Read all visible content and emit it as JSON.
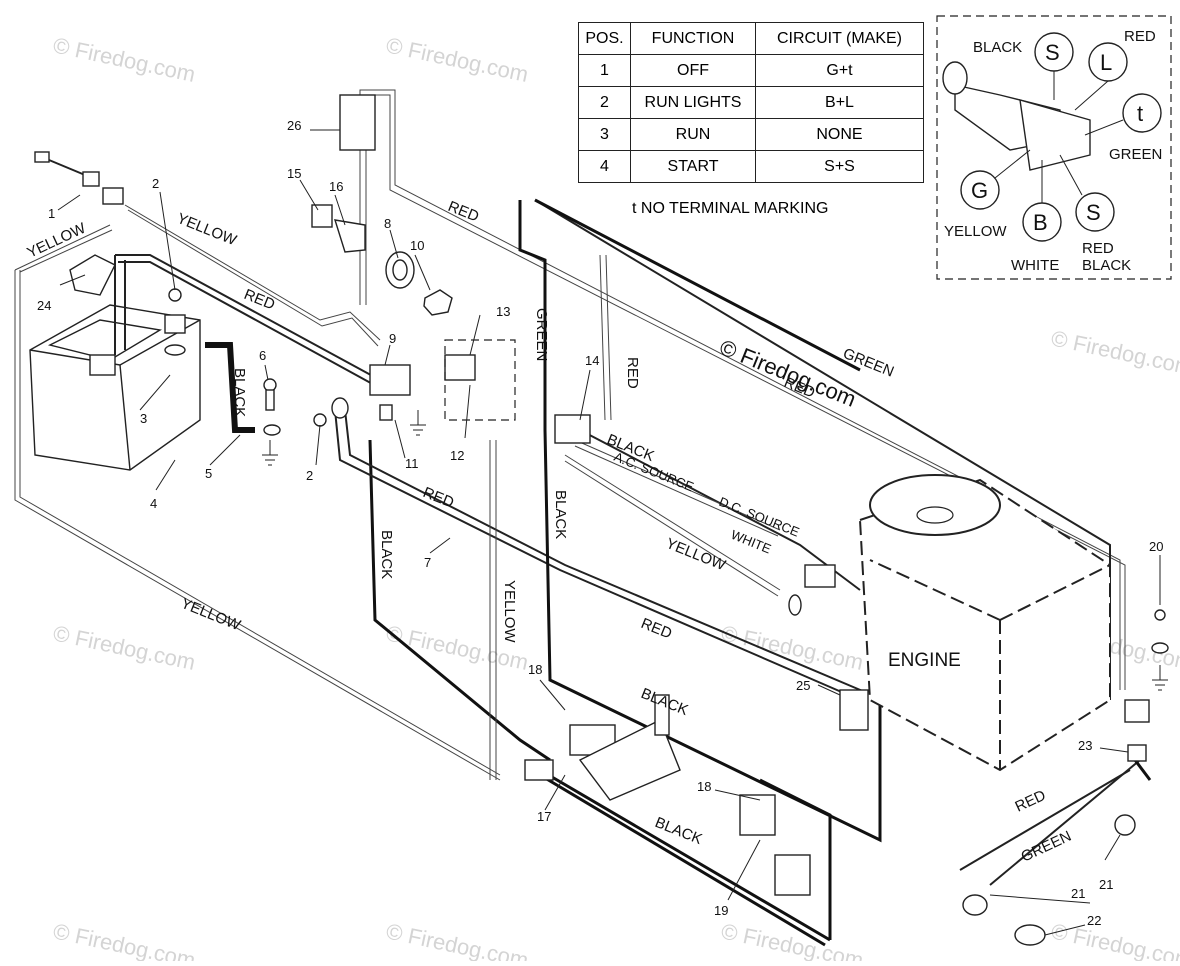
{
  "watermark": "© Firedog.com",
  "table": {
    "headers": [
      "POS.",
      "FUNCTION",
      "CIRCUIT  (MAKE)"
    ],
    "rows": [
      [
        "1",
        "OFF",
        "G+t"
      ],
      [
        "2",
        "RUN LIGHTS",
        "B+L"
      ],
      [
        "3",
        "RUN",
        "NONE"
      ],
      [
        "4",
        "START",
        "S+S"
      ]
    ],
    "note": "t  NO TERMINAL MARKING"
  },
  "switch_detail": {
    "terminals": [
      "S",
      "L",
      "t",
      "G",
      "B",
      "S"
    ],
    "labels": {
      "black": "BLACK",
      "red": "RED",
      "green": "GREEN",
      "yellow": "YELLOW",
      "white": "WHITE",
      "red_black_1": "RED",
      "red_black_2": "BLACK"
    }
  },
  "wire_labels": {
    "yellow_top": "YELLOW",
    "yellow_left": "YELLOW",
    "yellow_bottom": "YELLOW",
    "yellow_mid": "YELLOW",
    "yellow_vert": "YELLOW",
    "red_top": "RED",
    "red_battery": "RED",
    "red_mid": "RED",
    "red_lower": "RED",
    "red_vert": "RED",
    "red_engine": "RED",
    "red_harness": "RED",
    "black_battery": "BLACK",
    "black_vert": "BLACK",
    "black_vert2": "BLACK",
    "black_mid": "BLACK",
    "black_lower1": "BLACK",
    "black_lower2": "BLACK",
    "green_vert": "GREEN",
    "green_top": "GREEN",
    "green_harness": "GREEN",
    "ac_source": "A.C. SOURCE",
    "dc_source": "D.C. SOURCE",
    "white": "WHITE",
    "engine": "ENGINE",
    "firedog_center": "© Firedog.com"
  },
  "callouts": [
    "1",
    "2",
    "2",
    "3",
    "4",
    "5",
    "6",
    "7",
    "8",
    "9",
    "10",
    "11",
    "12",
    "13",
    "14",
    "15",
    "16",
    "17",
    "18",
    "18",
    "19",
    "20",
    "21",
    "21",
    "22",
    "23",
    "24",
    "25",
    "26"
  ]
}
